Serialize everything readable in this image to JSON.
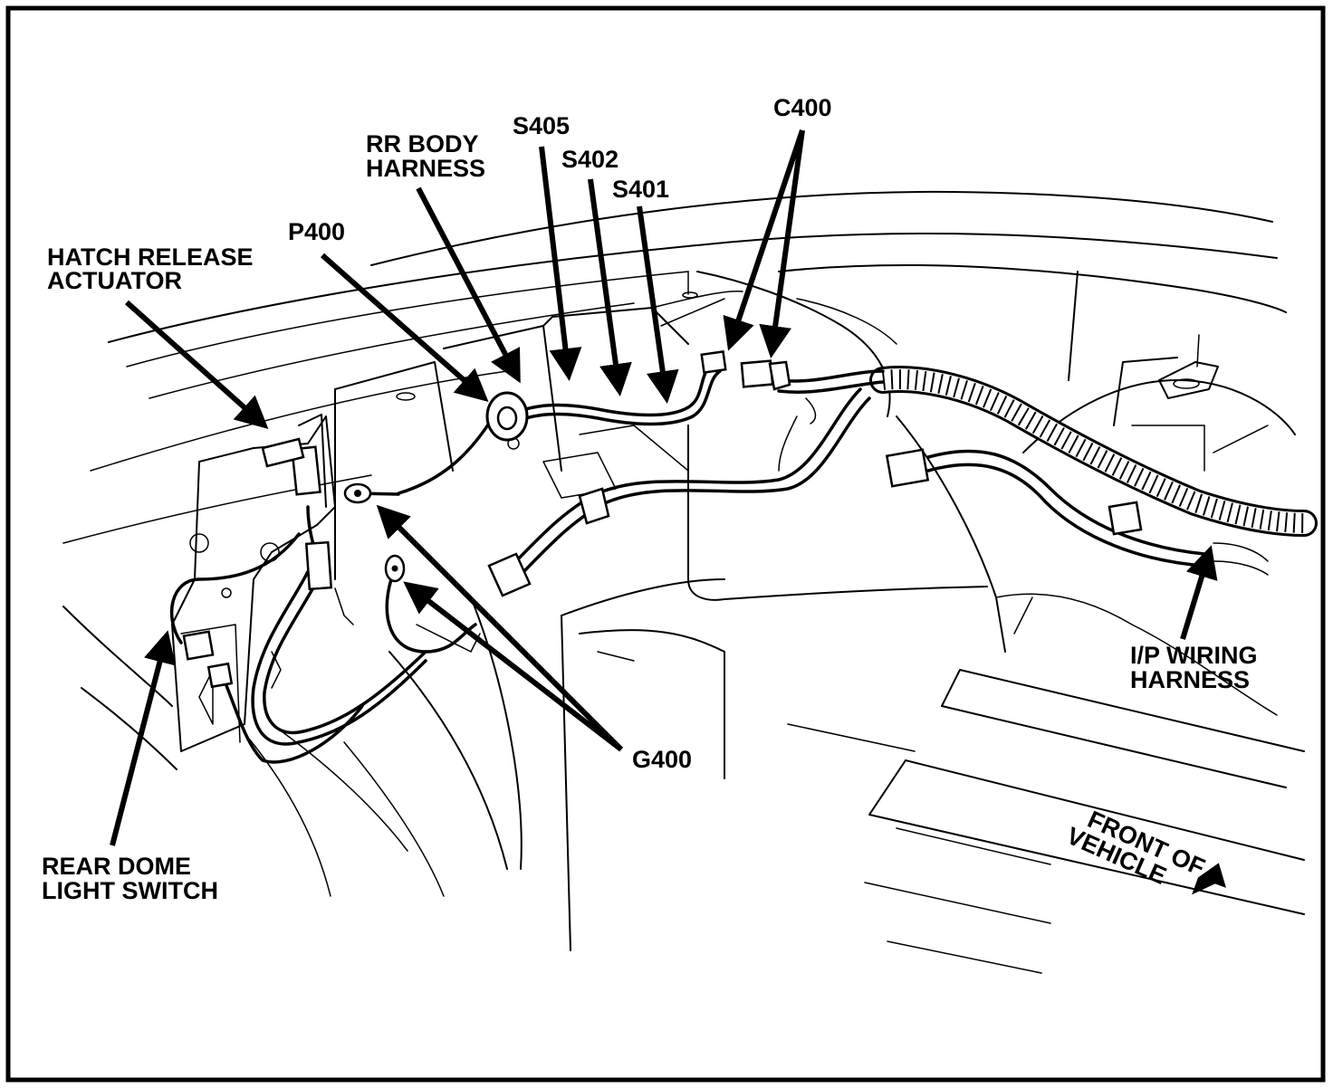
{
  "labels": {
    "hatch_release_actuator": [
      "HATCH RELEASE",
      "ACTUATOR"
    ],
    "p400": "P400",
    "rr_body_harness": [
      "RR BODY",
      "HARNESS"
    ],
    "s405": "S405",
    "s402": "S402",
    "s401": "S401",
    "c400": "C400",
    "ip_wiring_harness": [
      "I/P WIRING",
      "HARNESS"
    ],
    "g400": "G400",
    "rear_dome_light_switch": [
      "REAR DOME",
      "LIGHT SWITCH"
    ],
    "front_of_vehicle": [
      "FRONT OF",
      "VEHICLE"
    ]
  },
  "colors": {
    "ink": "#000000",
    "background": "#ffffff"
  }
}
